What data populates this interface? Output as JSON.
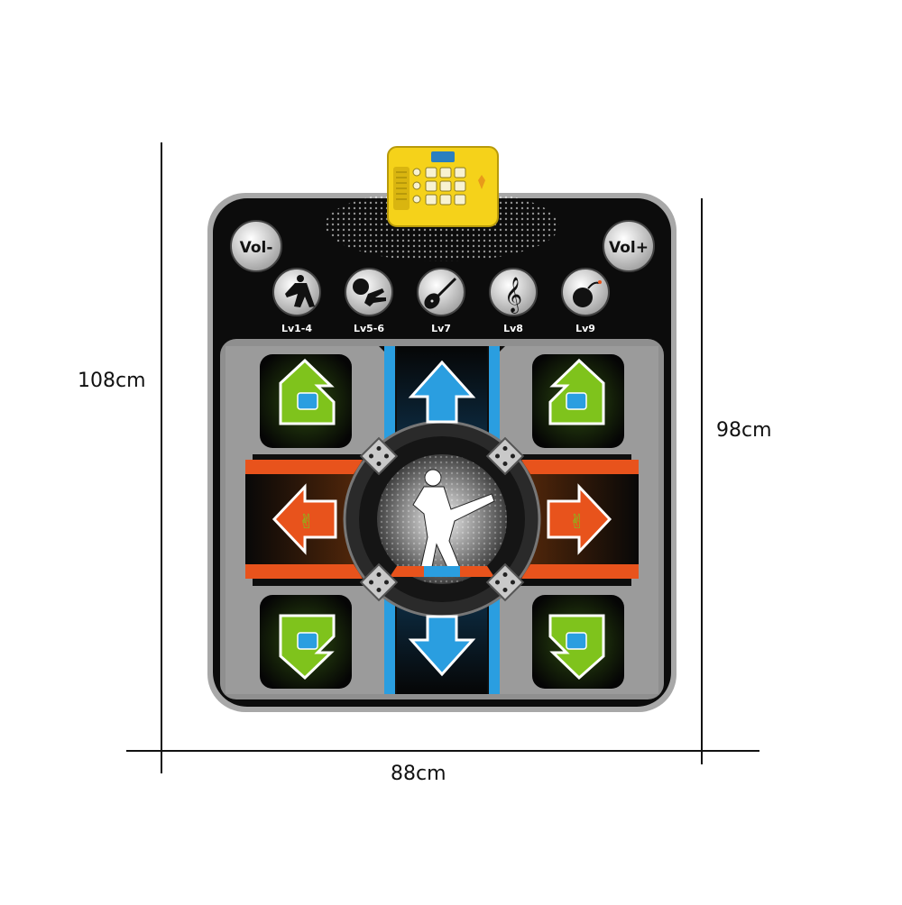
{
  "dimensions": {
    "left_height": "108cm",
    "right_height": "98cm",
    "bottom_width": "88cm"
  },
  "mat": {
    "vol_down_label": "Vol-",
    "vol_up_label": "Vol+",
    "levels": [
      {
        "label": "Lv1-4",
        "icon": "dancer-icon"
      },
      {
        "label": "Lv5-6",
        "icon": "hands-icon"
      },
      {
        "label": "Lv7",
        "icon": "guitar-icon"
      },
      {
        "label": "Lv8",
        "icon": "treble-clef-icon"
      },
      {
        "label": "Lv9",
        "icon": "bomb-icon"
      }
    ],
    "colors": {
      "mat_black": "#0c0c0c",
      "frame_grey": "#9a9a9a",
      "green_pad": "#7fc31c",
      "orange_pad": "#e8531c",
      "blue_pad": "#2a9ee0",
      "controller_yellow": "#f5d21a"
    }
  }
}
